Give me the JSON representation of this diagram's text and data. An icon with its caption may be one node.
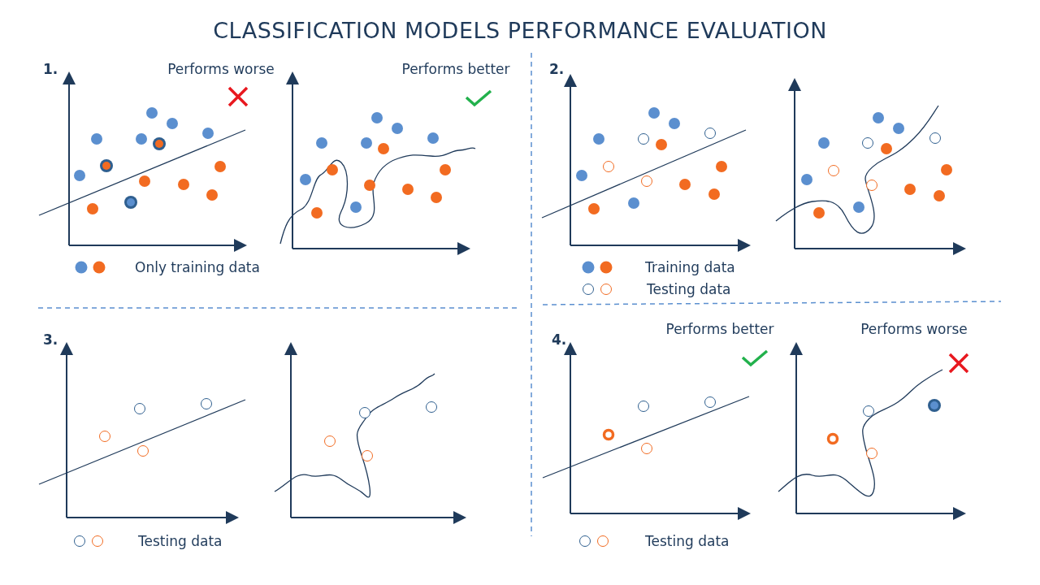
{
  "diagram": {
    "title": "CLASSIFICATION MODELS PERFORMANCE EVALUATION",
    "labels": [
      "1.",
      "Performs worse",
      "Performs better",
      "2.",
      "3.",
      "Performs better",
      "Performs worse",
      "4."
    ],
    "legend": [
      {
        "text": "Only training data"
      },
      {
        "text": "Training data"
      },
      {
        "text": "Testing data"
      },
      {
        "text": "Testing data"
      },
      {
        "text": "Testing data"
      }
    ]
  }
}
